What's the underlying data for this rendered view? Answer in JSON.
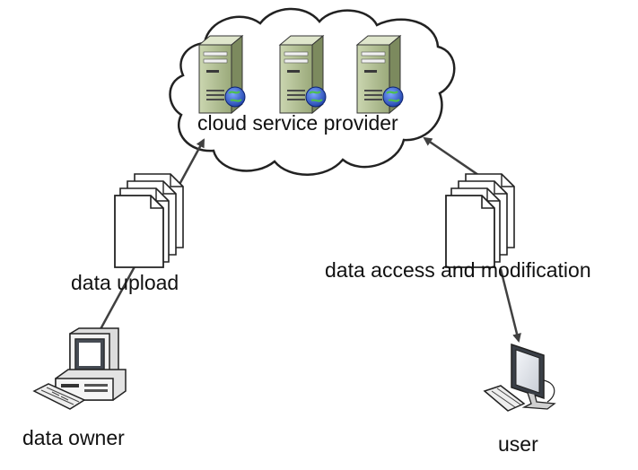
{
  "labels": {
    "cloud": "cloud service provider",
    "upload": "data upload",
    "access": "data access and modification",
    "owner": "data owner",
    "user": "user"
  },
  "icons": {
    "cloud": "cloud-icon",
    "servers": [
      "server-icon",
      "server-icon",
      "server-icon"
    ],
    "documents": [
      "document-stack-icon",
      "document-stack-icon"
    ],
    "owner_computer": "desktop-computer-icon",
    "user_computer": "desktop-computer-icon"
  },
  "colors": {
    "outline": "#222222",
    "arrow": "#404040",
    "server_body": "#b6c49a",
    "server_dark": "#7c8a5e",
    "globe": "#2f5bd3",
    "screen": "#2a3038",
    "paper": "#ffffff"
  }
}
